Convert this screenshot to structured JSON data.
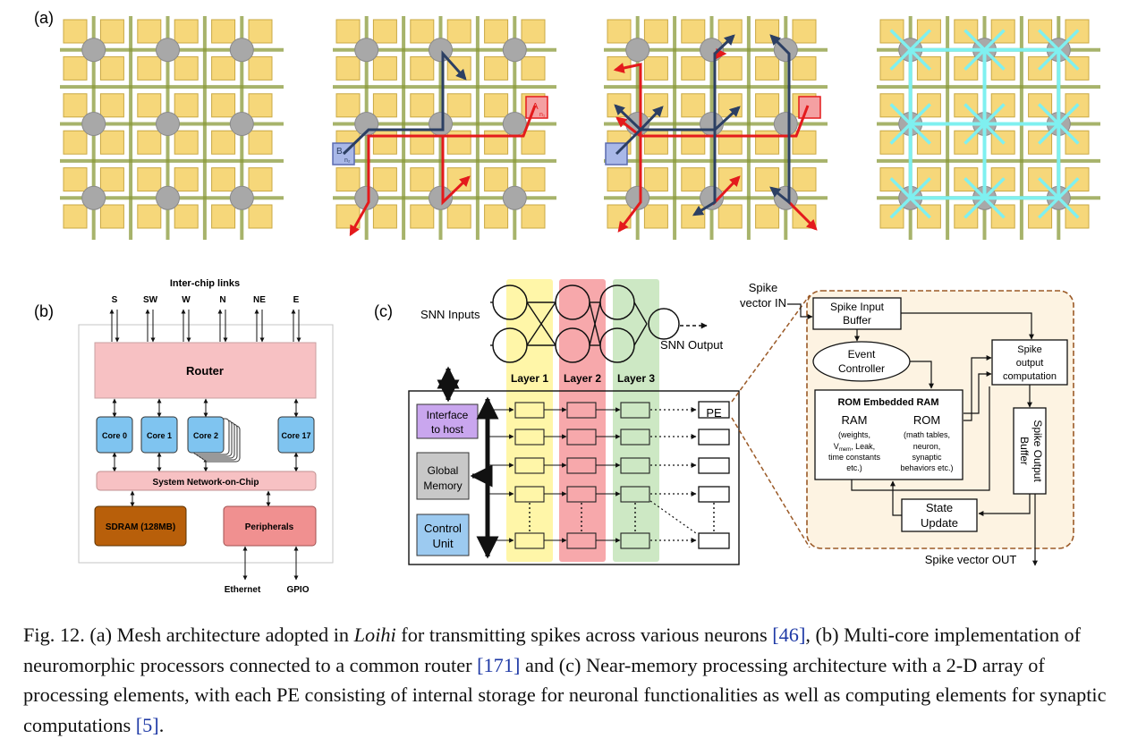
{
  "panel_labels": {
    "a": "(a)",
    "b": "(b)",
    "c": "(c)"
  },
  "colors": {
    "tile": "#f6d77a",
    "tile_border": "#c9a844",
    "router_node": "#a8a8a8",
    "path_red": "#e41a1c",
    "path_navy": "#2c3f63",
    "path_cyan": "#7ff0f0",
    "router_box": "#f7c1c3",
    "sdram": "#b85f0a",
    "peripherals": "#f09090",
    "core": "#7fc4f0",
    "layer1": "#fff6a8",
    "layer2": "#f7a8ab",
    "layer3": "#cde8c4",
    "interface": "#c9a6ee",
    "global_memory": "#c8c8c8",
    "control_unit": "#9ccaf0",
    "pe_zoom_bg": "#fdf3e2",
    "pe_zoom_border": "#9b5a27"
  },
  "panel_a": {
    "endpoint_a": "A",
    "endpoint_a_sub": "n₁",
    "endpoint_b": "B",
    "endpoint_b_sub": "n₂"
  },
  "panel_b": {
    "title": "Inter-chip links",
    "directions": [
      "S",
      "SW",
      "W",
      "N",
      "NE",
      "E"
    ],
    "router": "Router",
    "cores": [
      "Core 0",
      "Core 1",
      "Core 2",
      "Core 17"
    ],
    "noc": "System Network-on-Chip",
    "sdram": "SDRAM (128MB)",
    "peripherals": "Peripherals",
    "ports": [
      "Ethernet",
      "GPIO"
    ]
  },
  "panel_c": {
    "snn_inputs": "SNN Inputs",
    "snn_output": "SNN Output",
    "layers": [
      "Layer 1",
      "Layer 2",
      "Layer 3"
    ],
    "interface": [
      "Interface",
      "to host"
    ],
    "global_memory": [
      "Global",
      "Memory"
    ],
    "control_unit": [
      "Control",
      "Unit"
    ],
    "pe": "PE",
    "spike_vector_in": [
      "Spike",
      "vector IN"
    ],
    "spike_input_buffer": [
      "Spike Input",
      "Buffer"
    ],
    "event_controller": [
      "Event",
      "Controller"
    ],
    "spike_output_computation": [
      "Spike",
      "output",
      "computation"
    ],
    "rom_embedded_ram": "ROM Embedded RAM",
    "ram": "RAM",
    "ram_detail": [
      "(weights,",
      "V",
      "mem",
      ", Leak,",
      "time constants",
      "etc.)"
    ],
    "rom": "ROM",
    "rom_detail": [
      "(math tables,",
      "neuron,",
      "synaptic",
      "behaviors etc.)"
    ],
    "spike_output_buffer": [
      "Spike Output",
      "Buffer"
    ],
    "state_update": [
      "State",
      "Update"
    ],
    "spike_vector_out": "Spike vector OUT"
  },
  "caption": {
    "prefix": "Fig. 12.  (a) Mesh architecture adopted in ",
    "loihi": "Loihi",
    "part1": " for transmitting spikes across various neurons ",
    "cite1": "[46]",
    "part2": ", (b) Multi-core implementation of neuromorphic processors connected to a common router ",
    "cite2": "[171]",
    "part3": " and (c) Near-memory processing architecture with a 2-D array of processing elements, with each PE consisting of internal storage for neuronal functionalities as well as computing elements for synaptic computations ",
    "cite3": "[5]",
    "suffix": "."
  }
}
